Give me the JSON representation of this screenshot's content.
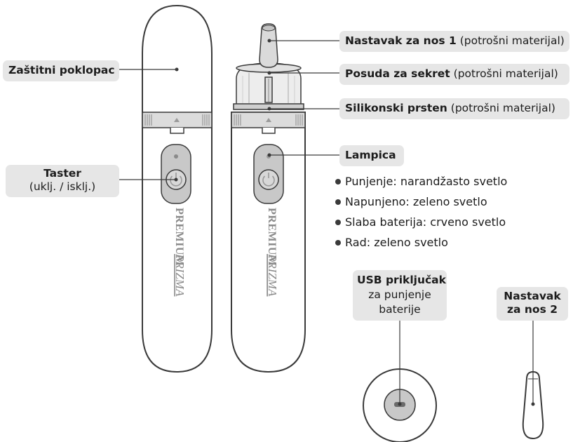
{
  "labels": {
    "cap": "Zaštitni poklopac",
    "button_line1": "Taster",
    "button_line2": "(uklj. / isklj.)",
    "nozzle1_bold": "Nastavak za nos 1",
    "nozzle1_rest": "(potrošni materijal)",
    "container_bold": "Posuda za sekret",
    "container_rest": "(potrošni materijal)",
    "ring_bold": "Silikonski prsten",
    "ring_rest": "(potrošni materijal)",
    "lamp": "Lampica",
    "usb_bold": "USB priključak",
    "usb_line2": "za punjenje",
    "usb_line3": "baterije",
    "nozzle2_line1": "Nastavak",
    "nozzle2_line2": "za nos 2"
  },
  "lamp_states": [
    "Punjenje: narandžasto svetlo",
    "Napunjeno: zeleno svetlo",
    "Slaba baterija: crveno svetlo",
    "Rad: zeleno svetlo"
  ],
  "branding": {
    "premium": "PREMIUM",
    "prizma": "PRIZMA"
  },
  "colors": {
    "outline": "#3a3a3a",
    "label_bg": "#e6e6e6",
    "body_fill": "#ffffff",
    "band_fill": "#d9d9d9",
    "button_fill": "#c8c8c8",
    "brand_text": "#8a8a8a"
  }
}
